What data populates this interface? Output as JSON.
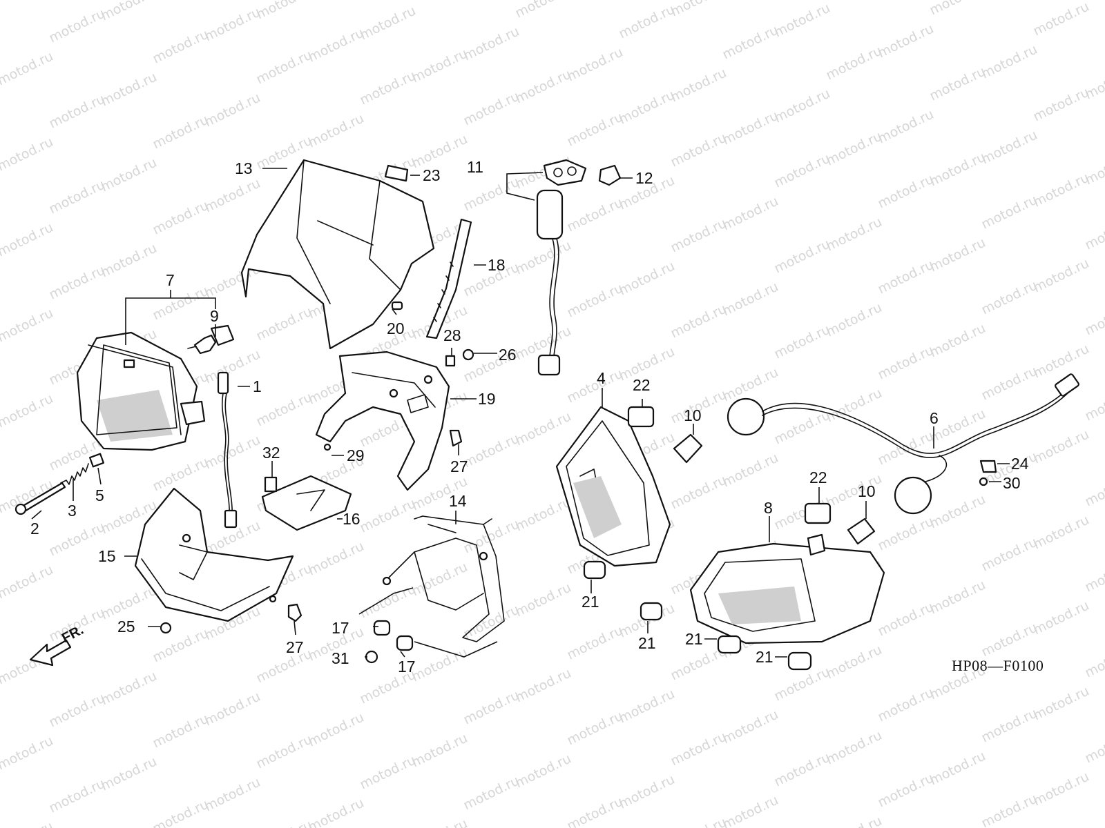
{
  "watermark": {
    "text": "motod.ru"
  },
  "diagram_code": "HP08—F0100",
  "direction_marker": {
    "label": "FR.",
    "icon": "front-direction-arrow-icon"
  },
  "callouts": [
    {
      "id": "1",
      "label": "1"
    },
    {
      "id": "2",
      "label": "2"
    },
    {
      "id": "3",
      "label": "3"
    },
    {
      "id": "4",
      "label": "4"
    },
    {
      "id": "5",
      "label": "5"
    },
    {
      "id": "6",
      "label": "6"
    },
    {
      "id": "7",
      "label": "7"
    },
    {
      "id": "8",
      "label": "8"
    },
    {
      "id": "9",
      "label": "9"
    },
    {
      "id": "10a",
      "label": "10"
    },
    {
      "id": "10b",
      "label": "10"
    },
    {
      "id": "11",
      "label": "11"
    },
    {
      "id": "12",
      "label": "12"
    },
    {
      "id": "13",
      "label": "13"
    },
    {
      "id": "14",
      "label": "14"
    },
    {
      "id": "15",
      "label": "15"
    },
    {
      "id": "16",
      "label": "16"
    },
    {
      "id": "17a",
      "label": "17"
    },
    {
      "id": "17b",
      "label": "17"
    },
    {
      "id": "18",
      "label": "18"
    },
    {
      "id": "19",
      "label": "19"
    },
    {
      "id": "20",
      "label": "20"
    },
    {
      "id": "21a",
      "label": "21"
    },
    {
      "id": "21b",
      "label": "21"
    },
    {
      "id": "21c",
      "label": "21"
    },
    {
      "id": "21d",
      "label": "21"
    },
    {
      "id": "22a",
      "label": "22"
    },
    {
      "id": "22b",
      "label": "22"
    },
    {
      "id": "23",
      "label": "23"
    },
    {
      "id": "24",
      "label": "24"
    },
    {
      "id": "25",
      "label": "25"
    },
    {
      "id": "26",
      "label": "26"
    },
    {
      "id": "27a",
      "label": "27"
    },
    {
      "id": "27b",
      "label": "27"
    },
    {
      "id": "28",
      "label": "28"
    },
    {
      "id": "29",
      "label": "29"
    },
    {
      "id": "30",
      "label": "30"
    },
    {
      "id": "31",
      "label": "31"
    },
    {
      "id": "32",
      "label": "32"
    }
  ]
}
